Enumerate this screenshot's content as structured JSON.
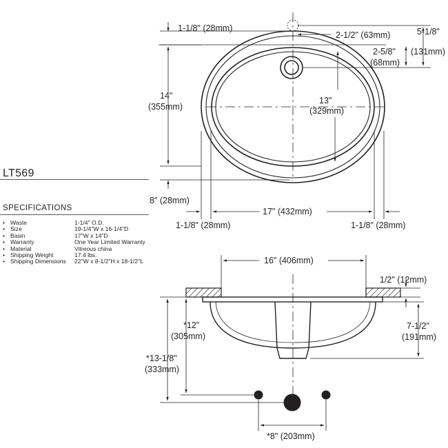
{
  "model": "LT569",
  "specifications": {
    "title": "SPECIFICATIONS",
    "items": [
      {
        "label": "Waste",
        "value": "1-1/4\" O.D."
      },
      {
        "label": "Size",
        "value": "19-1/4\"W x 16-1/4\"D"
      },
      {
        "label": "Basin",
        "value": "17\"W x 14\"D"
      },
      {
        "label": "Warranty",
        "value": "One Year Limited Warranty"
      },
      {
        "label": "Material",
        "value": "Vitreous china"
      },
      {
        "label": "Shipping Weight",
        "value": "17.4 lbs."
      },
      {
        "label": "Shipping Dimensions",
        "value": "22\"W x 8-1/2\"H x 18-1/2\"L"
      }
    ]
  },
  "dimensions": {
    "top_offset": "1-1/8\" (28mm)",
    "drain_offset": "2-1/2\" (63mm)",
    "overflow_a": "5-1/8\"",
    "overflow_b": "(131mm)",
    "overflow_c": "2-5/8\"",
    "overflow_d": "(68mm)",
    "depth_a": "14\"",
    "depth_b": "(355mm)",
    "inner_a": "13\"",
    "inner_b": "(329mm)",
    "bottom_offset": "8\" (28mm)",
    "basin_width": "17\" (432mm)",
    "left_offset": "1-1/8\" (28mm)",
    "right_offset": "1-1/8\" (28mm)",
    "cutout_width": "16\" (406mm)",
    "counter_thickness": "1/2\" (12mm)",
    "height_a": "*12\"",
    "height_b": "(305mm)",
    "bowl_a": "7-1/2\"",
    "bowl_b": "(191mm)",
    "total_a": "*13-1/8\"",
    "total_b": "(333mm)",
    "faucet_spread": "*8\" (203mm)"
  }
}
